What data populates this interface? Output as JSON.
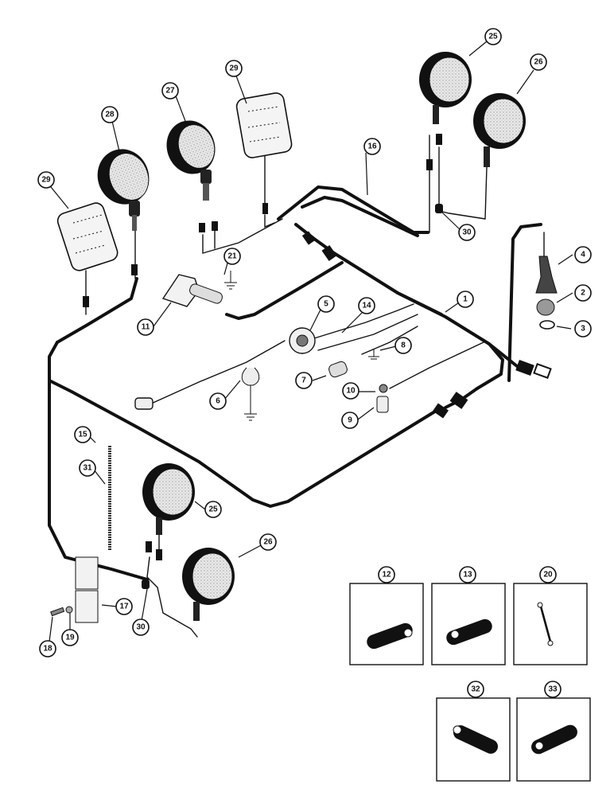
{
  "callouts": {
    "c1": "1",
    "c2": "2",
    "c3": "3",
    "c4": "4",
    "c5": "5",
    "c6": "6",
    "c7": "7",
    "c8": "8",
    "c9": "9",
    "c10": "10",
    "c11": "11",
    "c12": "12",
    "c13": "13",
    "c14": "14",
    "c15": "15",
    "c16": "16",
    "c17": "17",
    "c18": "18",
    "c19": "19",
    "c20": "20",
    "c21": "21",
    "c25a": "25",
    "c25b": "25",
    "c26a": "26",
    "c26b": "26",
    "c27": "27",
    "c28": "28",
    "c29a": "29",
    "c29b": "29",
    "c30a": "30",
    "c30b": "30",
    "c31": "31",
    "c32": "32",
    "c33": "33"
  }
}
